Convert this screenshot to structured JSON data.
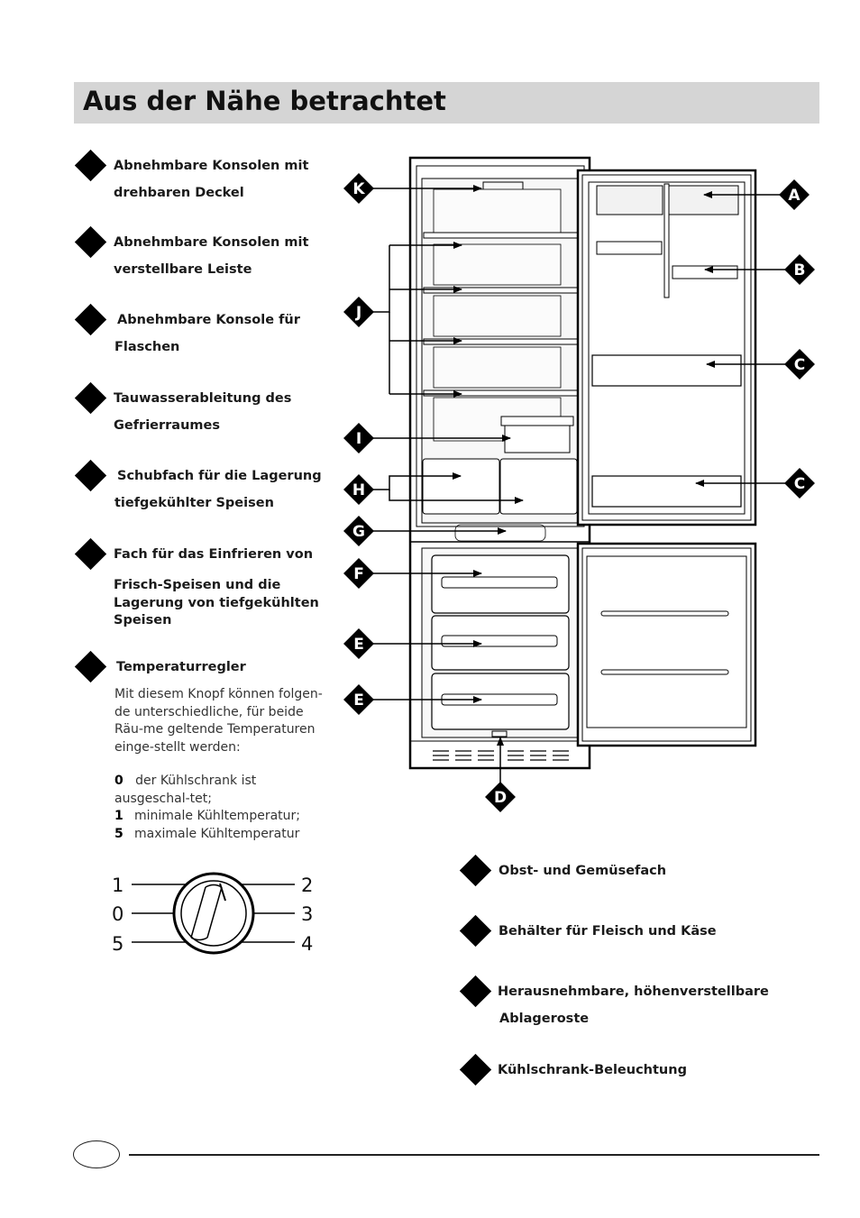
{
  "page": {
    "title": "Aus der Nähe betrachtet"
  },
  "legend_left": [
    {
      "lines": [
        "Abnehmbare Konsolen mit",
        "drehbaren Deckel"
      ]
    },
    {
      "lines": [
        "Abnehmbare Konsolen mit",
        "verstellbare Leiste"
      ]
    },
    {
      "lines": [
        "Abnehmbare Konsole für",
        "Flaschen"
      ]
    },
    {
      "lines": [
        "Tauwasserableitung des",
        "Gefrierraumes"
      ]
    },
    {
      "lines": [
        "Schubfach für die Lagerung",
        "tiefgekühlter Speisen"
      ]
    },
    {
      "lines": [
        "Fach für das Einfrieren von",
        "Frisch-Speisen und die",
        "Lagerung von tiefgekühlten",
        "Speisen"
      ]
    },
    {
      "lines": [
        "Temperaturregler"
      ]
    }
  ],
  "thermostat_description": {
    "intro": "Mit diesem Knopf können folgen-de unterschiedliche, für beide Räu-me geltende Temperaturen einge-stellt werden:",
    "settings": [
      {
        "value": "0",
        "text": "der Kühlschrank ist ausgeschal-tet;"
      },
      {
        "value": "1",
        "text": "minimale Kühltemperatur;"
      },
      {
        "value": "5",
        "text": "maximale Kühltemperatur"
      }
    ]
  },
  "dial": {
    "labels_left": [
      "1",
      "0",
      "5"
    ],
    "labels_right": [
      "2",
      "3",
      "4"
    ]
  },
  "fridge_labels": [
    "K",
    "J",
    "I",
    "H",
    "G",
    "F",
    "E",
    "E",
    "D",
    "A",
    "B",
    "C",
    "C"
  ],
  "legend_right": [
    {
      "lines": [
        "Obst- und Gemüsefach"
      ]
    },
    {
      "lines": [
        "Behälter für Fleisch und Käse"
      ]
    },
    {
      "lines": [
        "Herausnehmbare, höhenverstellbare",
        "Ablageroste"
      ]
    },
    {
      "lines": [
        "Kühlschrank-Beleuchtung"
      ]
    }
  ],
  "icons": {
    "bullet": "diamond-bullet-icon",
    "callout": "diamond-callout-icon"
  }
}
